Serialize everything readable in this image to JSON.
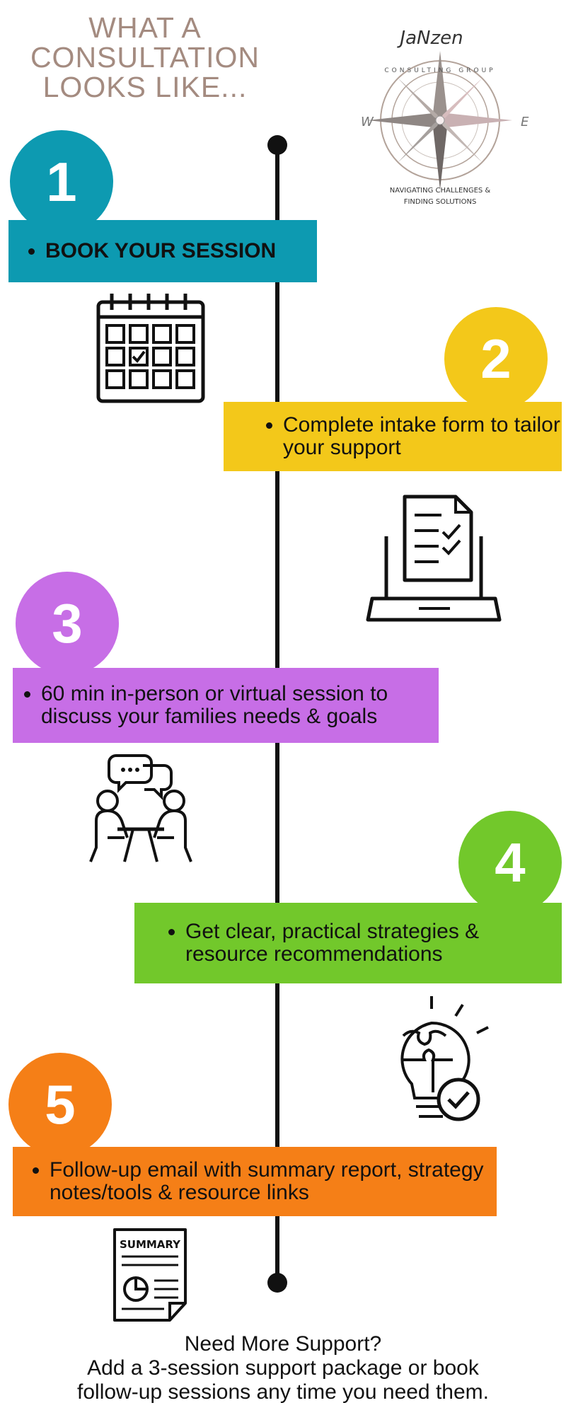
{
  "header": {
    "title_lines": [
      "WHAT A",
      "CONSULTATION",
      "LOOKS LIKE..."
    ]
  },
  "logo": {
    "brand": "JaNzen",
    "ring_text": "CONSULTING GROUP",
    "west": "W",
    "east": "E",
    "tagline_line1": "NAVIGATING CHALLENGES &",
    "tagline_line2": "FINDING SOLUTIONS"
  },
  "steps": [
    {
      "number": "1",
      "text": "BOOK YOUR SESSION",
      "color": "#0d9ab1",
      "icon": "calendar-icon"
    },
    {
      "number": "2",
      "text": "Complete intake form to tailor your support",
      "color": "#f3c81a",
      "icon": "laptop-document-icon"
    },
    {
      "number": "3",
      "text": "60 min in-person or virtual session to discuss your families needs & goals",
      "color": "#c76ee6",
      "icon": "meeting-icon"
    },
    {
      "number": "4",
      "text": "Get clear, practical strategies & resource recommendations",
      "color": "#72c82b",
      "icon": "puzzle-lightbulb-icon"
    },
    {
      "number": "5",
      "text": "Follow-up email with summary report, strategy notes/tools & resource links",
      "color": "#f57f17",
      "icon": "summary-report-icon"
    }
  ],
  "summary_icon_label": "SUMMARY",
  "footer": {
    "line1": "Need More Support?",
    "line2": "Add a 3-session support package or book",
    "line3": "follow-up sessions any time you need them."
  }
}
